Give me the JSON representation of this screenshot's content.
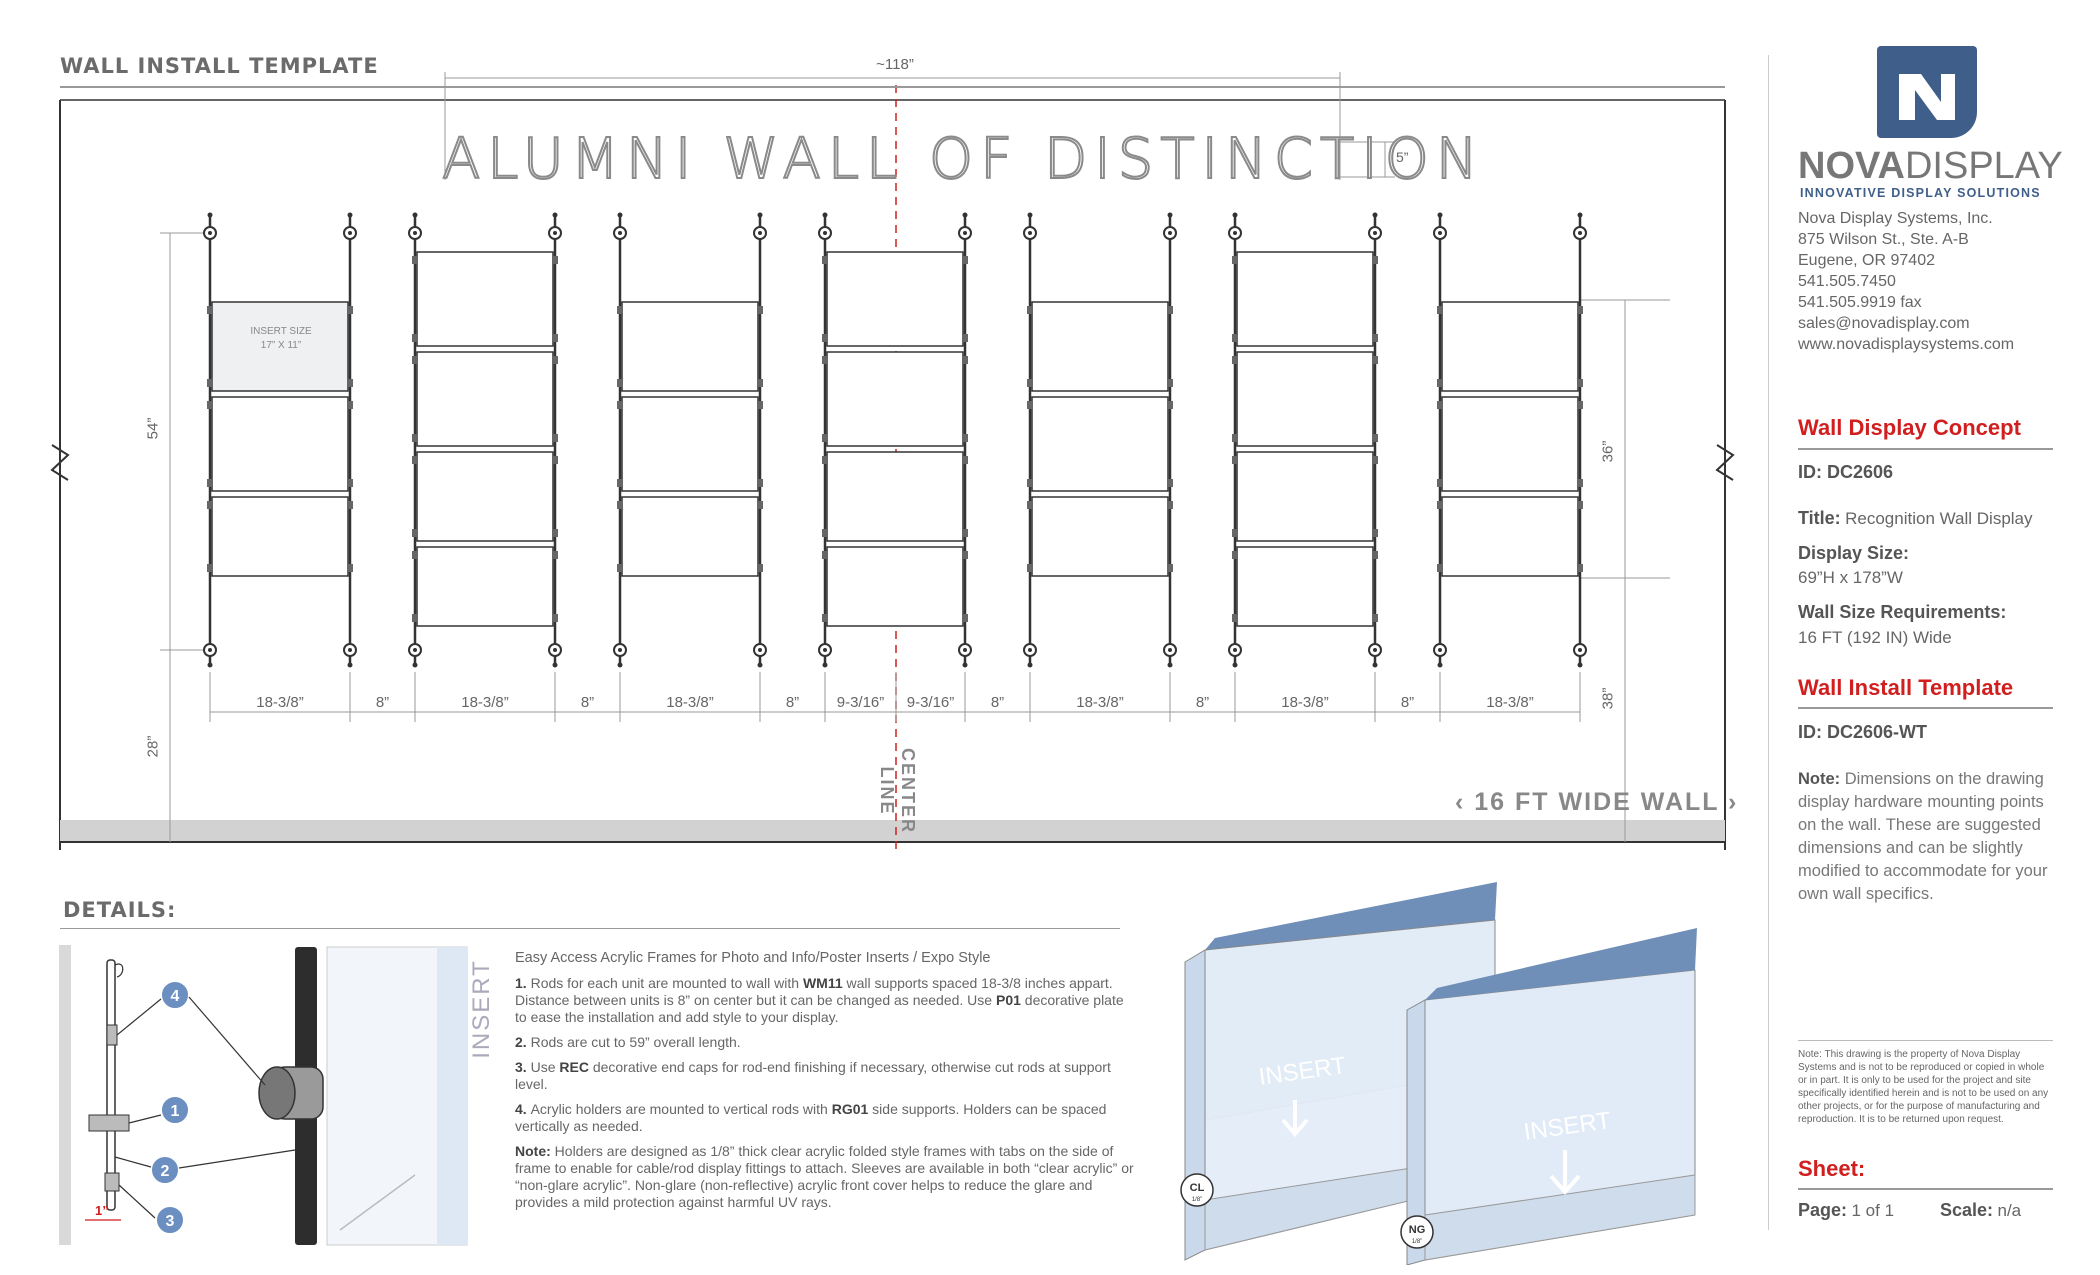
{
  "template": {
    "heading": "WALL INSTALL TEMPLATE",
    "display_title": "ALUMNI WALL OF DISTINCTION",
    "dims": {
      "overall_width": "~118”",
      "title_height": "5”",
      "unit_height": "54”",
      "floor_height": "28”",
      "right_height": "36”",
      "right_floor": "38”",
      "unit_width": "18-3/8”",
      "gap": "8”",
      "half_unit": "9-3/16”"
    },
    "insert_size_line1": "INSERT SIZE",
    "insert_size_line2": "17” X 11”",
    "center_line": "CENTER LINE",
    "wall_label": "16 FT WIDE WALL"
  },
  "details": {
    "heading": "DETAILS:",
    "callout_numbers": [
      "4",
      "1",
      "2",
      "3"
    ],
    "offset_dim": "1”",
    "insert_label": "INSERT",
    "intro": "Easy Access Acrylic Frames for Photo and Info/Poster Inserts / Expo Style",
    "notes": [
      {
        "num": "1.",
        "pre": "Rods for each unit are mounted to wall with ",
        "b1": "WM11",
        "mid": " wall supports spaced 18-3/8 inches appart. Distance between units is 8” on center but it can be changed as needed. Use ",
        "b2": "P01",
        "post": " decorative plate to ease the installation and add style to your display."
      },
      {
        "num": "2.",
        "pre": "Rods are cut to 59” overall length.",
        "b1": "",
        "mid": "",
        "b2": "",
        "post": ""
      },
      {
        "num": "3.",
        "pre": "Use ",
        "b1": "REC",
        "mid": " decorative end caps for rod-end finishing if necessary, otherwise cut rods at support level.",
        "b2": "",
        "post": ""
      },
      {
        "num": "4.",
        "pre": "Acrylic holders are mounted to vertical rods with ",
        "b1": "RG01",
        "mid": " side supports. Holders can be spaced vertically as needed.",
        "b2": "",
        "post": ""
      }
    ],
    "note_label": "Note:",
    "note_text": " Holders are designed as 1/8” thick clear acrylic folded style frames with tabs on the side of frame to enable for cable/rod display fittings to attach. Sleeves are available in both “clear acrylic” or “non-glare acrylic”. Non-glare (non-reflective) acrylic front cover helps to reduce the glare and provides a mild protection against harmful UV rays.",
    "frame_labels": [
      "INSERT",
      "INSERT"
    ],
    "badges": [
      {
        "code": "CL",
        "sub": "1/8”"
      },
      {
        "code": "NG",
        "sub": "1/8”"
      }
    ]
  },
  "sidebar": {
    "brand_bold": "NOVA",
    "brand_light": "DISPLAY",
    "tagline": "INNOVATIVE DISPLAY SOLUTIONS",
    "address": [
      "Nova Display Systems, Inc.",
      "875 Wilson St., Ste. A-B",
      "Eugene, OR 97402",
      "541.505.7450",
      "541.505.9919 fax",
      "sales@novadisplay.com",
      "www.novadisplaysystems.com"
    ],
    "concept_heading": "Wall Display Concept",
    "id_label": "ID:",
    "concept_id": "DC2606",
    "title_label": "Title:",
    "title_value": "Recognition Wall Display",
    "size_label": "Display Size:",
    "size_value": "69”H x 178”W",
    "wall_req_label": "Wall Size Requirements:",
    "wall_req_value": "16 FT (192 IN) Wide",
    "template_heading": "Wall Install Template",
    "template_id": "DC2606-WT",
    "note_label": "Note:",
    "note_text": " Dimensions on the drawing display hardware mounting points on the wall. These are suggested dimensions and can be slightly modified to accommodate for your own wall specifics.",
    "disclaimer": "Note: This drawing is the property of Nova Display Systems and is not to be reproduced or copied in whole or in part. It is only to be used for the project and site specifically identified herein and is not to be used on any other projects, or for the purpose of manufacturing and reproduction. It is to be returned upon request.",
    "sheet_label": "Sheet:",
    "page_label": "Page:",
    "page_value": "1 of 1",
    "scale_label": "Scale:",
    "scale_value": "n/a"
  },
  "colors": {
    "accent_red": "#d11f1f",
    "brand_blue": "#3f5f8a",
    "panel_blue": "#dfe9f6"
  }
}
